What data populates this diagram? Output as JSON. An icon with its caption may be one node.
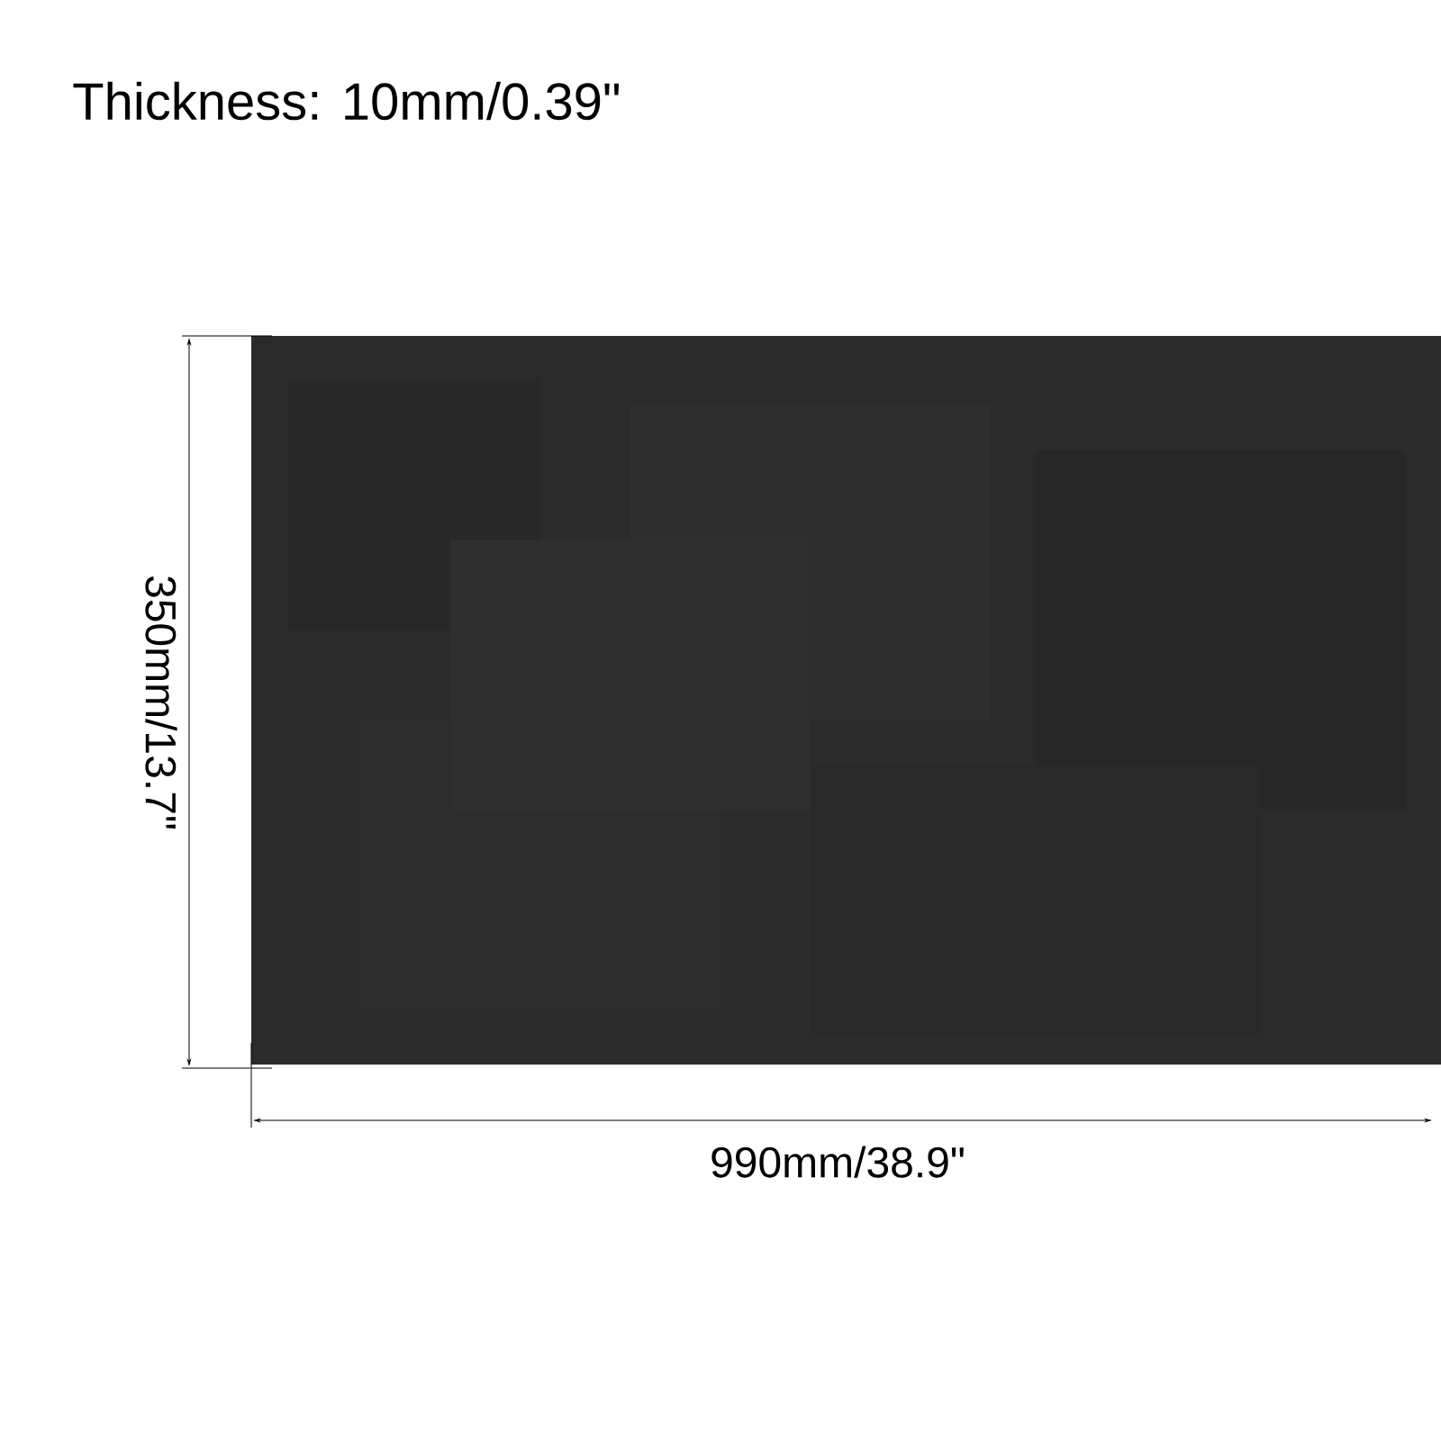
{
  "diagram": {
    "labels": [
      "Thickness: 10mm/0.39\"",
      "350mm/13.7\"",
      "990mm/38.9\""
    ]
  }
}
